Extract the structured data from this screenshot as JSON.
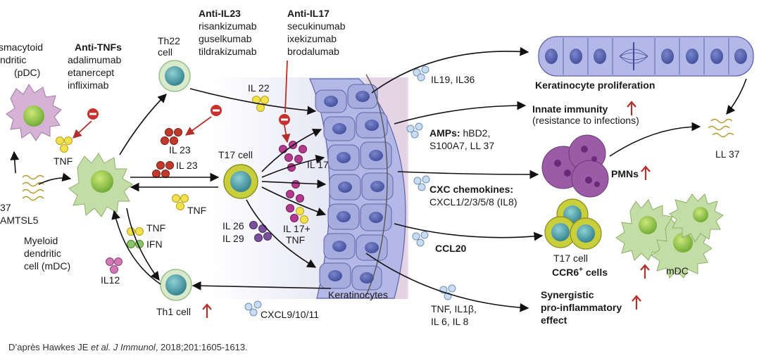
{
  "cells": {
    "pdc": [
      "smacytoid",
      "ndritic",
      "(pDC)"
    ],
    "mdc": [
      "Myeloid",
      "dendritic",
      "cell (mDC)"
    ],
    "th22": [
      "Th22",
      "cell"
    ],
    "th1": "Th1 cell",
    "t17": "T17 cell",
    "t17_right": "T17 cell",
    "ccr6": "CCR6",
    "ccr6_sup": "+",
    "ccr6_rest": " cells",
    "mdc_right": "mDC",
    "pmns": "PMNs"
  },
  "drugs": {
    "anti_tnf": {
      "title": "Anti-TNFs",
      "items": [
        "adalimumab",
        "etanercept",
        "infliximab"
      ]
    },
    "anti_il23": {
      "title": "Anti-IL23",
      "items": [
        "risankizumab",
        "guselkumab",
        "tildrakizumab"
      ]
    },
    "anti_il17": {
      "title": "Anti-IL17",
      "items": [
        "secukinumab",
        "ixekizumab",
        "brodalumab"
      ]
    }
  },
  "mediators": {
    "tnf_left": "TNF",
    "ll37_left": "37",
    "adamtsl5": "AMTSL5",
    "il23_a": "IL 23",
    "il23_b": "IL 23",
    "tnf_mid": "TNF",
    "tnf_lower": "TNF",
    "ifn": "IFN",
    "il12": "IL12",
    "il22": "IL 22",
    "il17": "IL 17",
    "il26": "IL 26",
    "il29": "IL 29",
    "il17tnf": [
      "IL 17+",
      "TNF"
    ],
    "cxcl9": "CXCL9/10/11",
    "il19": "IL19, IL36",
    "amps_bold": "AMPs:",
    "amps_rest": " hBD2,",
    "amps_line2": "S100A7, LL 37",
    "cxc_title": "CXC chemokines:",
    "cxc_line2": "CXCL1/2/3/5/8 (IL8)",
    "ccl20": "CCL20",
    "tnf_il": [
      "TNF, IL1β,",
      "IL 6, IL 8"
    ],
    "keratinocytes": "Keratinocytes",
    "ll37_right": "LL 37"
  },
  "outcomes": {
    "proliferation": "Keratinocyte proliferation",
    "innate": "Innate immunity",
    "innate_sub": "(resistance to infections)",
    "synergy": [
      "Synergistic",
      "pro-inflammatory",
      "effect"
    ]
  },
  "citation": {
    "prefix": "D’après Hawkes JE ",
    "etal": "et al.",
    "sep": " ",
    "journal": "J Immunol",
    "rest": ", 2018;201:1605-1613."
  },
  "colors": {
    "arrow": "#111111",
    "inhibit_red": "#c8312b",
    "tnf_dot": "#f2e14a",
    "il23_dot": "#c23a2c",
    "il17_dot": "#b33a8e",
    "il26_dot": "#7a4f9e",
    "blue_dot": "#c9dcf1",
    "green_dot": "#8dc56b",
    "keratinocyte": "#b4b8e6",
    "t17_ring": "#c8cf3a",
    "cell_nucleus": "#3f8f9a"
  }
}
